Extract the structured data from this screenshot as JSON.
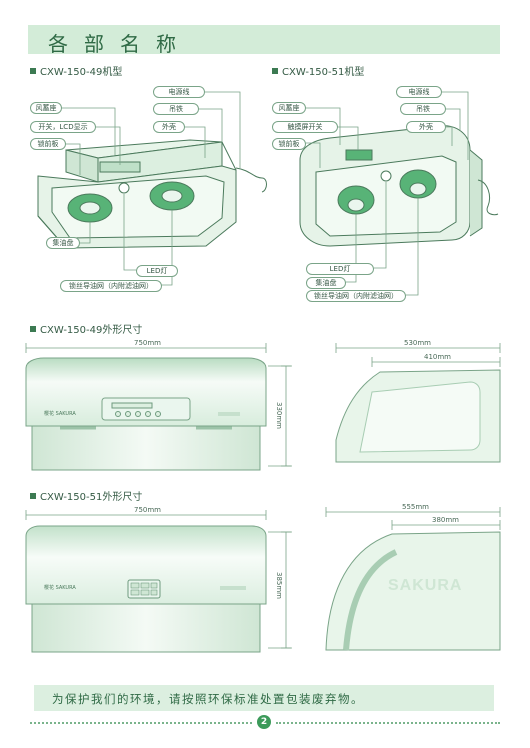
{
  "page": {
    "title": "各部名称",
    "footer_note": "为保护我们的环境，请按照环保标准处置包装废弃物。",
    "page_number": "2"
  },
  "parts": {
    "model49": {
      "heading": "CXW-150-49机型",
      "labels": {
        "power_cord": "电源线",
        "fan_seat": "风蓄座",
        "switch_display": "开关，LCD显示",
        "hanger": "吊铁",
        "front_panel": "锁前板",
        "shell": "外壳",
        "oil_tray": "集油盘",
        "led_light": "LED灯",
        "filter": "锁丝导油网（内附滤油网）"
      }
    },
    "model51": {
      "heading": "CXW-150-51机型",
      "labels": {
        "power_cord": "电源线",
        "fan_seat": "风蓄座",
        "touch_switch": "触摸屏开关",
        "hanger": "吊铁",
        "front_panel": "锁前板",
        "shell": "外壳",
        "led_light": "LED灯",
        "oil_tray": "集油盘",
        "filter": "锁丝导油网（内附滤油网）"
      }
    }
  },
  "dimensions": {
    "model49": {
      "heading": "CXW-150-49外形尺寸",
      "width": "750mm",
      "height": "330mm",
      "depth": "530mm",
      "inner_depth": "410mm",
      "badge": "樱花 SAKURA"
    },
    "model51": {
      "heading": "CXW-150-51外形尺寸",
      "width": "750mm",
      "height": "385mm",
      "depth": "555mm",
      "inner_depth": "380mm",
      "brand": "SAKURA",
      "badge": "樱花 SAKURA"
    }
  },
  "colors": {
    "accent": "#2f6a45",
    "title_bg": "#d3ecd8",
    "footer_bg": "#dcefe0",
    "hood_fill": "#dcefe0",
    "line": "#4b7a5c"
  }
}
